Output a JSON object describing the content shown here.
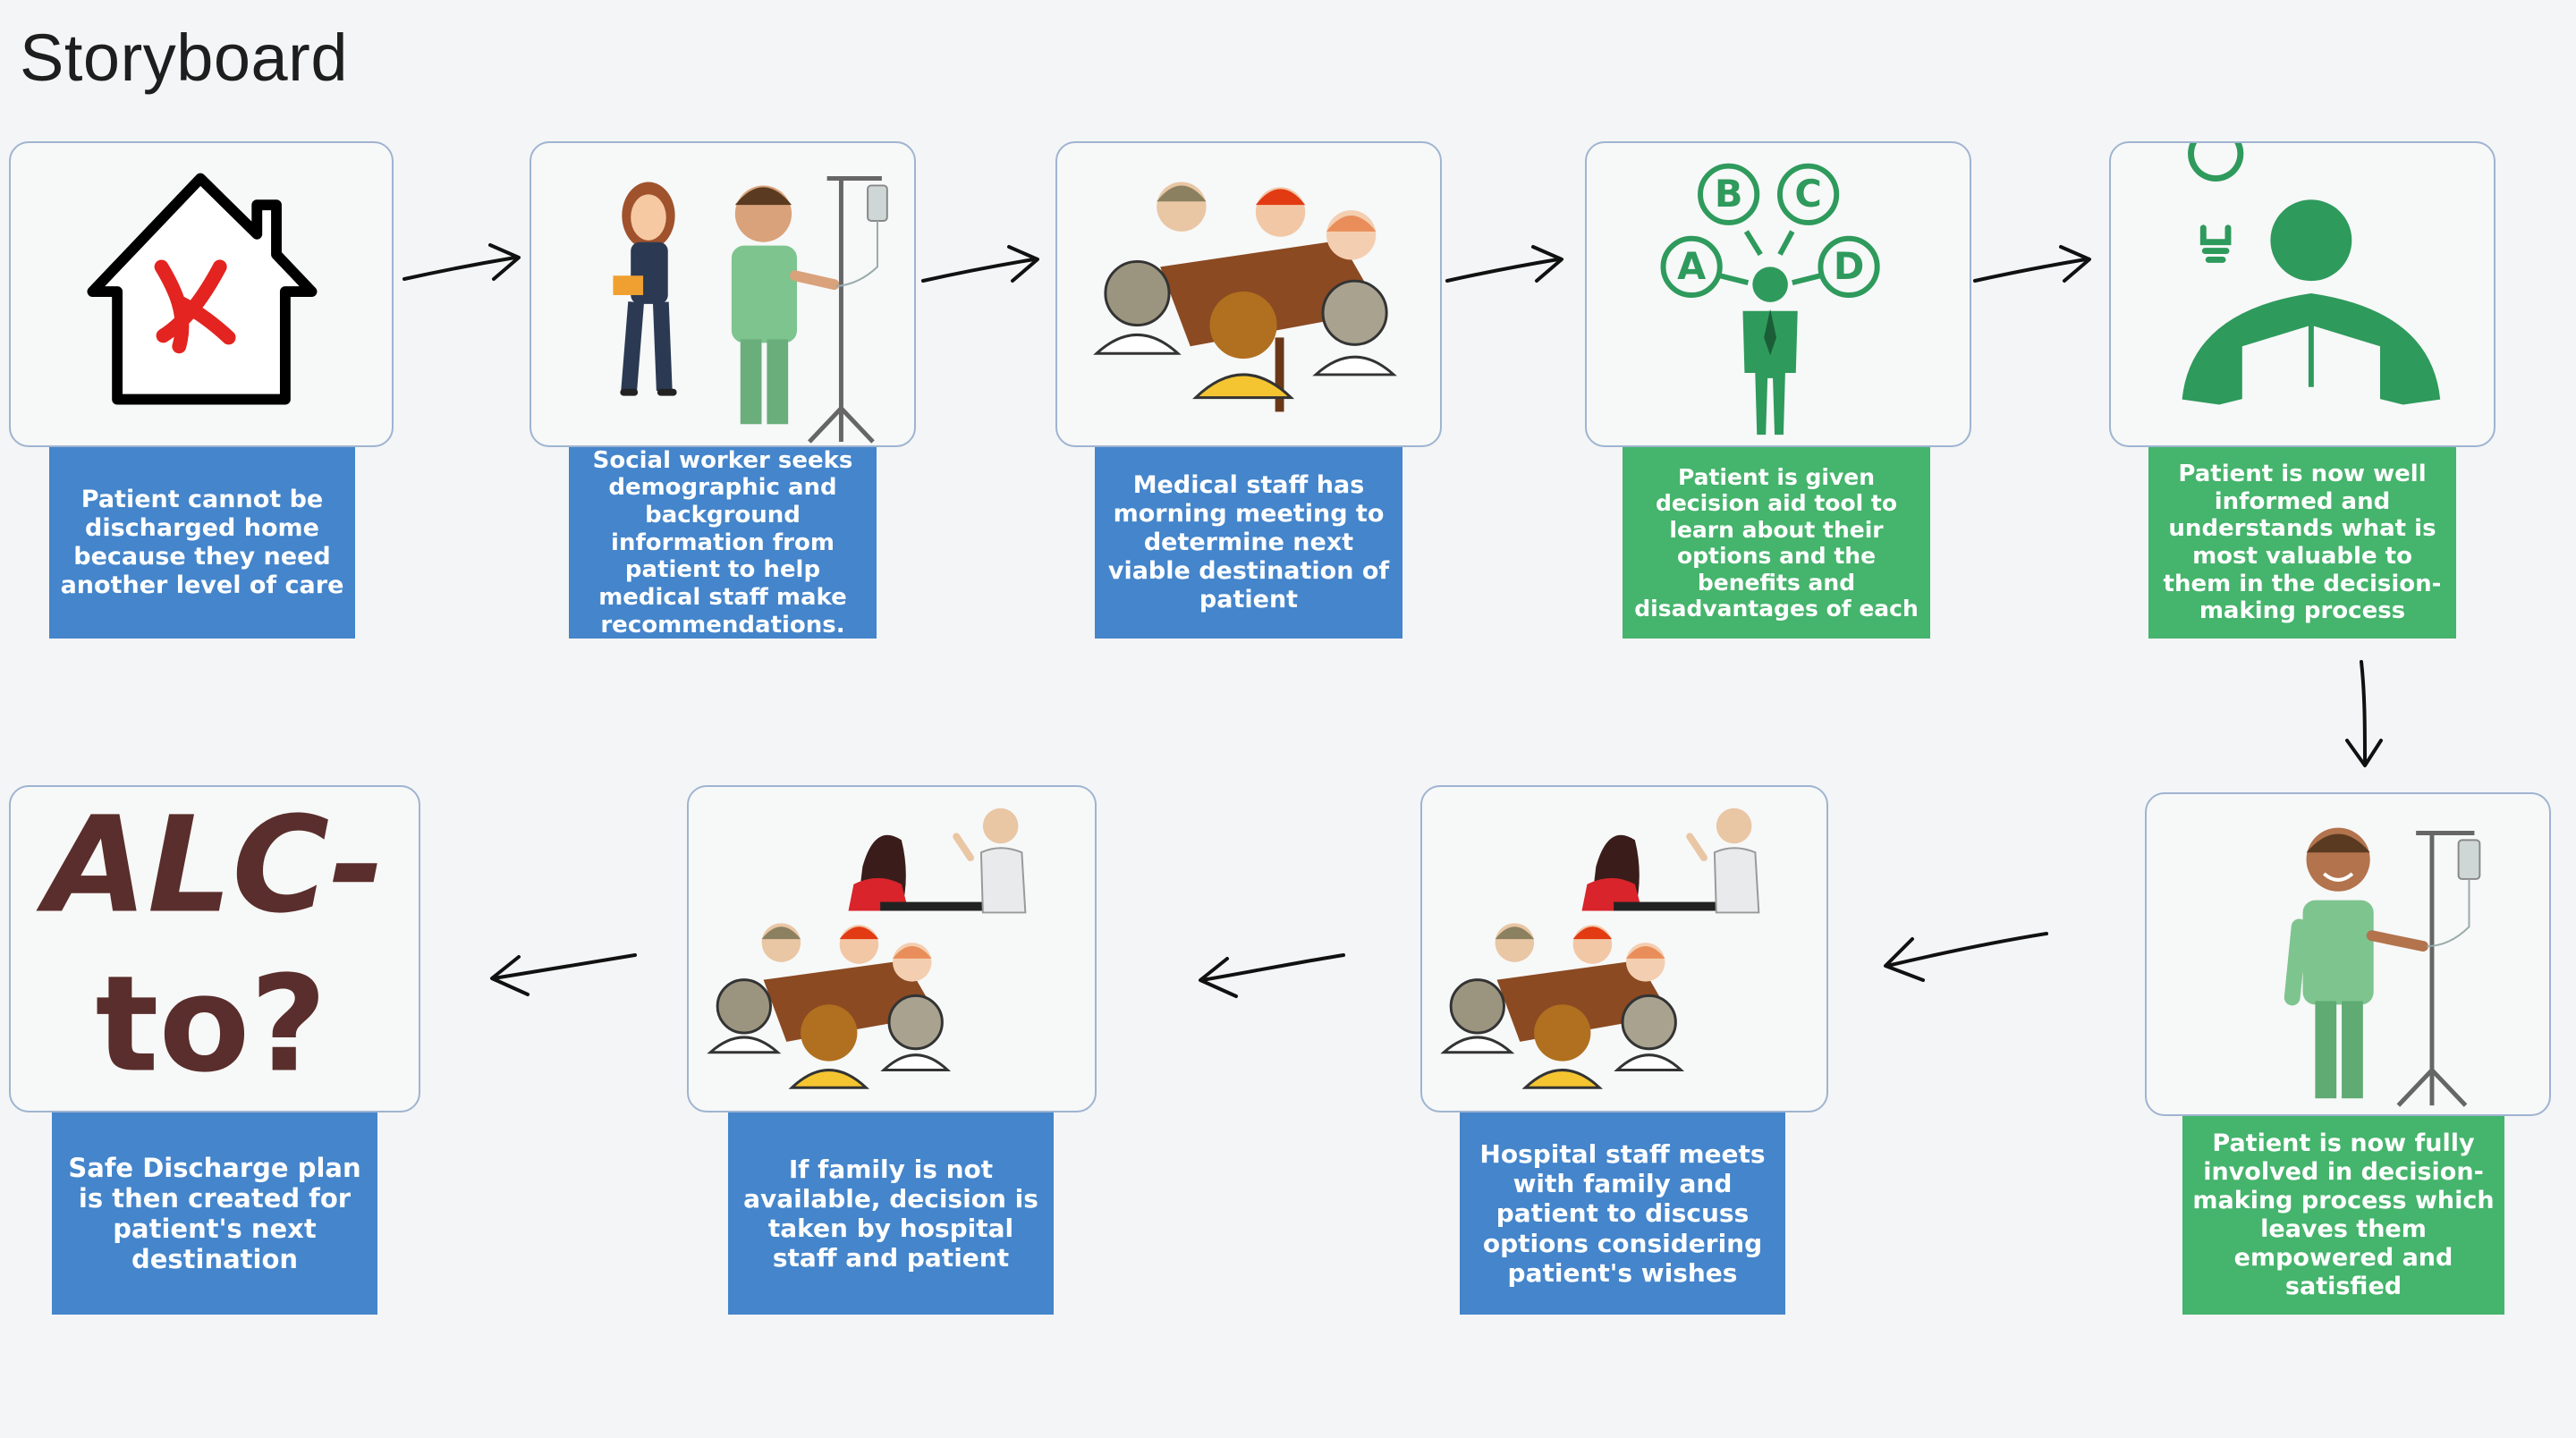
{
  "page": {
    "title": "Storyboard"
  },
  "steps": [
    {
      "id": 1,
      "caption": "Patient cannot be discharged home because they need another level of care",
      "color": "blue"
    },
    {
      "id": 2,
      "caption": "Social worker seeks demographic and background information from patient to help medical staff make recommendations.",
      "color": "blue"
    },
    {
      "id": 3,
      "caption": "Medical staff has morning meeting to determine next viable destination of patient",
      "color": "blue"
    },
    {
      "id": 4,
      "caption": "Patient is given decision aid tool to learn about their options and the benefits and disadvantages of each",
      "color": "green"
    },
    {
      "id": 5,
      "caption": "Patient is now well informed and understands what is most valuable to them in the decision-making process",
      "color": "green"
    },
    {
      "id": 6,
      "caption": "Patient is now fully involved in decision-making process which leaves them empowered and satisfied",
      "color": "green"
    },
    {
      "id": 7,
      "caption": "Hospital staff meets with family and patient to discuss options considering patient's wishes",
      "color": "blue"
    },
    {
      "id": 8,
      "caption": "If family is not available, decision is taken by hospital staff and patient",
      "color": "blue"
    },
    {
      "id": 9,
      "caption": "Safe Discharge plan is then created for patient's next destination",
      "color": "blue"
    }
  ],
  "decision_tool_letters": {
    "a": "A",
    "b": "B",
    "c": "C",
    "d": "D"
  },
  "alc_text": {
    "line1": "ALC-",
    "line2": "to?"
  },
  "colors": {
    "blue_caption": "#4485cb",
    "green_caption": "#45b46c",
    "card_border": "#9fb4d1",
    "icon_green": "#2e9a5c",
    "alc_brown": "#5a2e2c"
  }
}
